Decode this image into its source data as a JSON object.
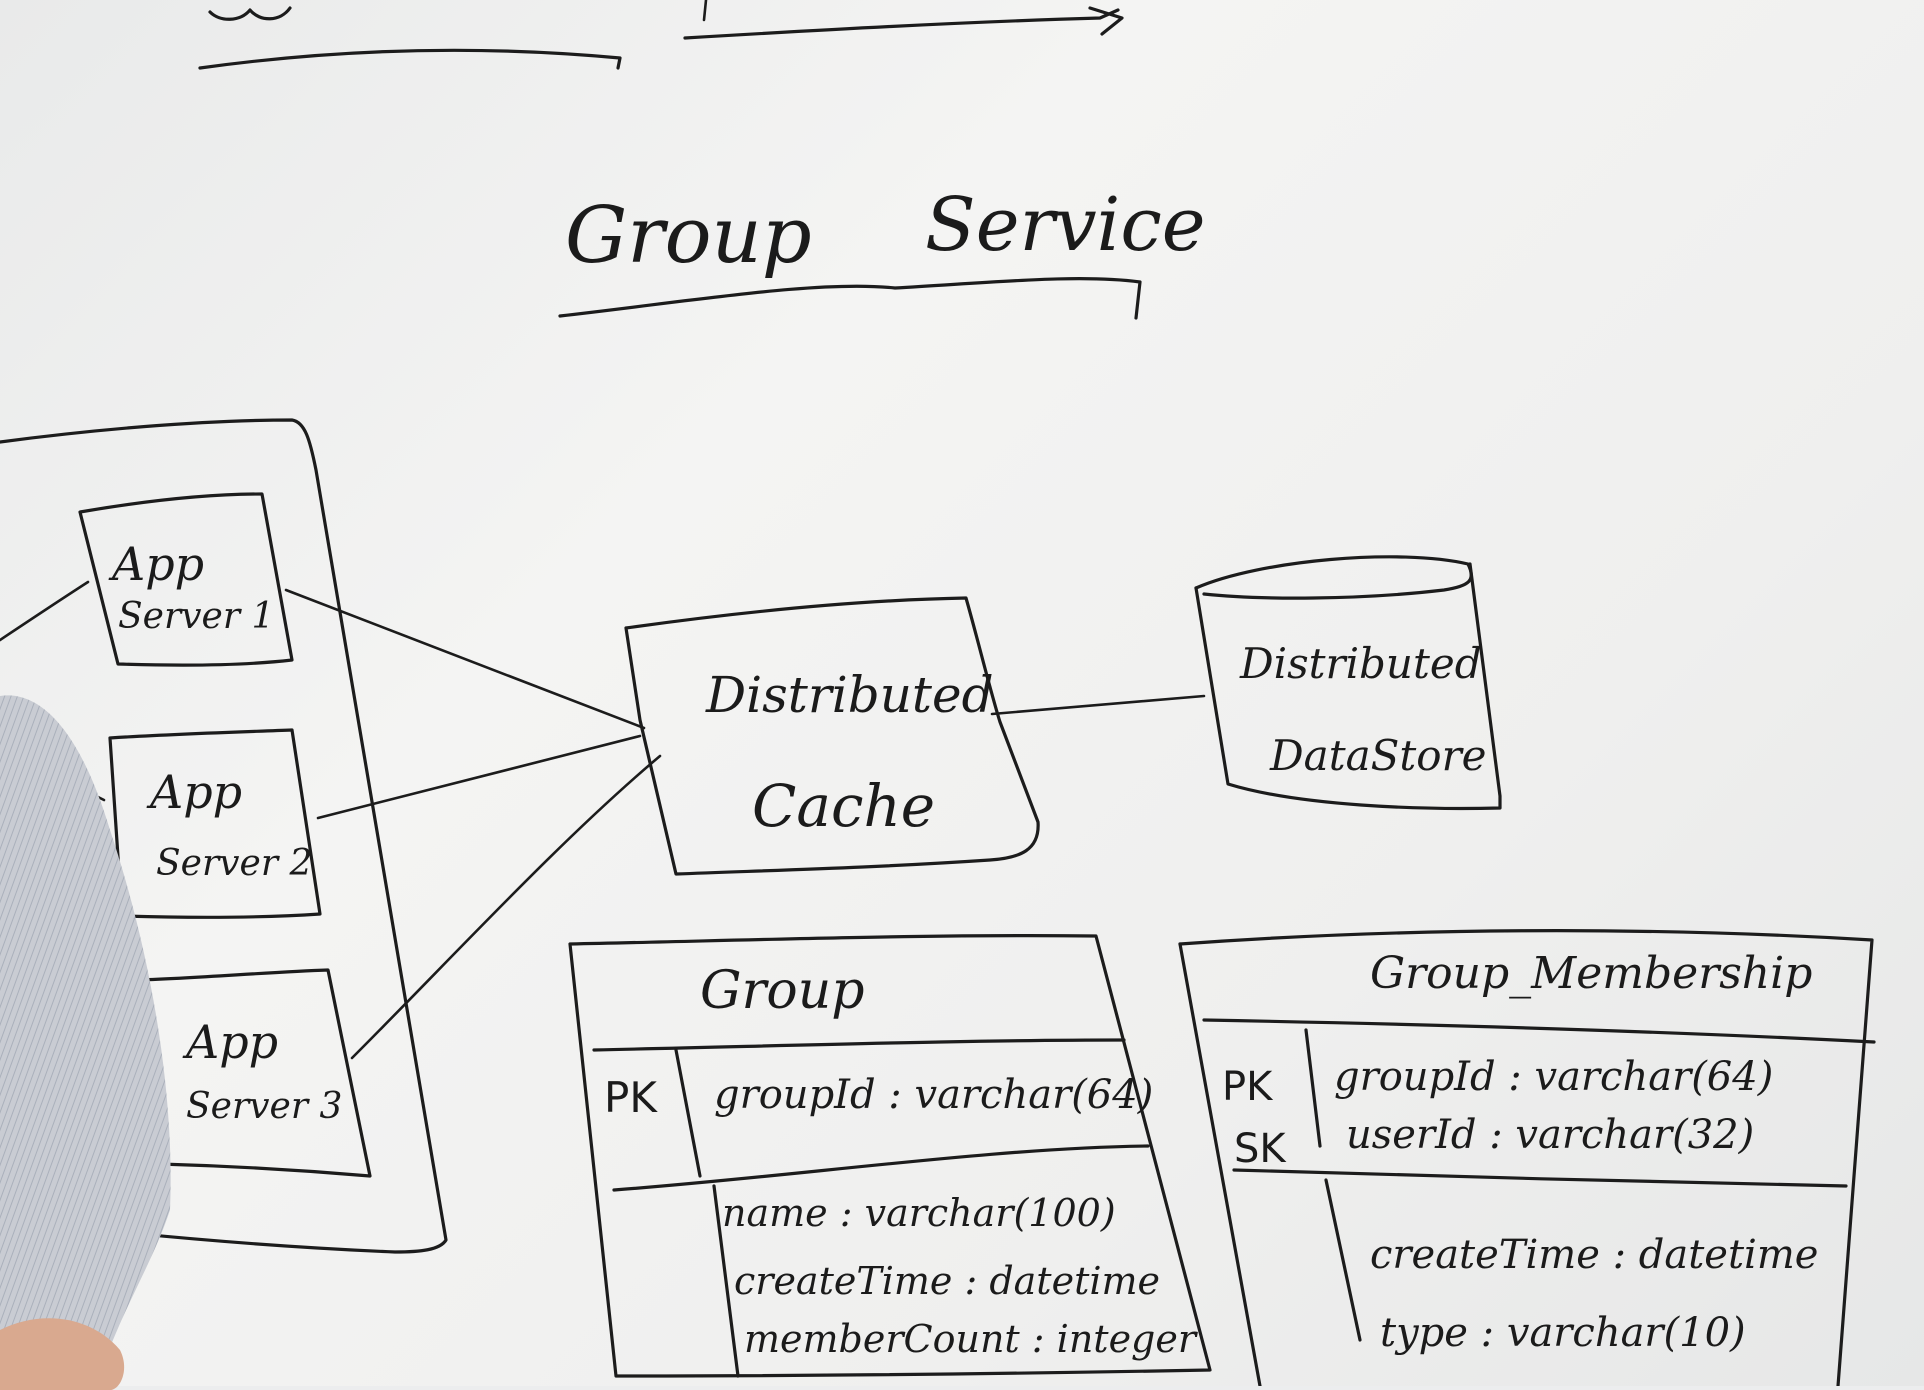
{
  "title": {
    "word1": "Group",
    "word2": "Service"
  },
  "app_servers": [
    {
      "line1": "App",
      "line2": "Server 1"
    },
    {
      "line1": "App",
      "line2": "Server 2"
    },
    {
      "line1": "App",
      "line2": "Server 3"
    }
  ],
  "cache": {
    "line1": "Distributed",
    "line2": "Cache"
  },
  "datastore": {
    "line1": "Distributed",
    "line2": "DataStore"
  },
  "group_table": {
    "name": "Group",
    "key_label": "PK",
    "key_field": "groupId : varchar(64)",
    "fields": [
      "name : varchar(100)",
      "createTime : datetime",
      "memberCount : integer"
    ]
  },
  "membership_table": {
    "name": "Group_Membership",
    "key_labels": [
      "PK",
      "SK"
    ],
    "key_fields": [
      "groupId : varchar(64)",
      "userId : varchar(32)"
    ],
    "fields": [
      "createTime : datetime",
      "type : varchar(10)"
    ]
  },
  "colors": {
    "ink": "#1c1c1c",
    "board": "#efefee",
    "shirt": "#c9ccd3",
    "skin": "#d9a98f"
  }
}
